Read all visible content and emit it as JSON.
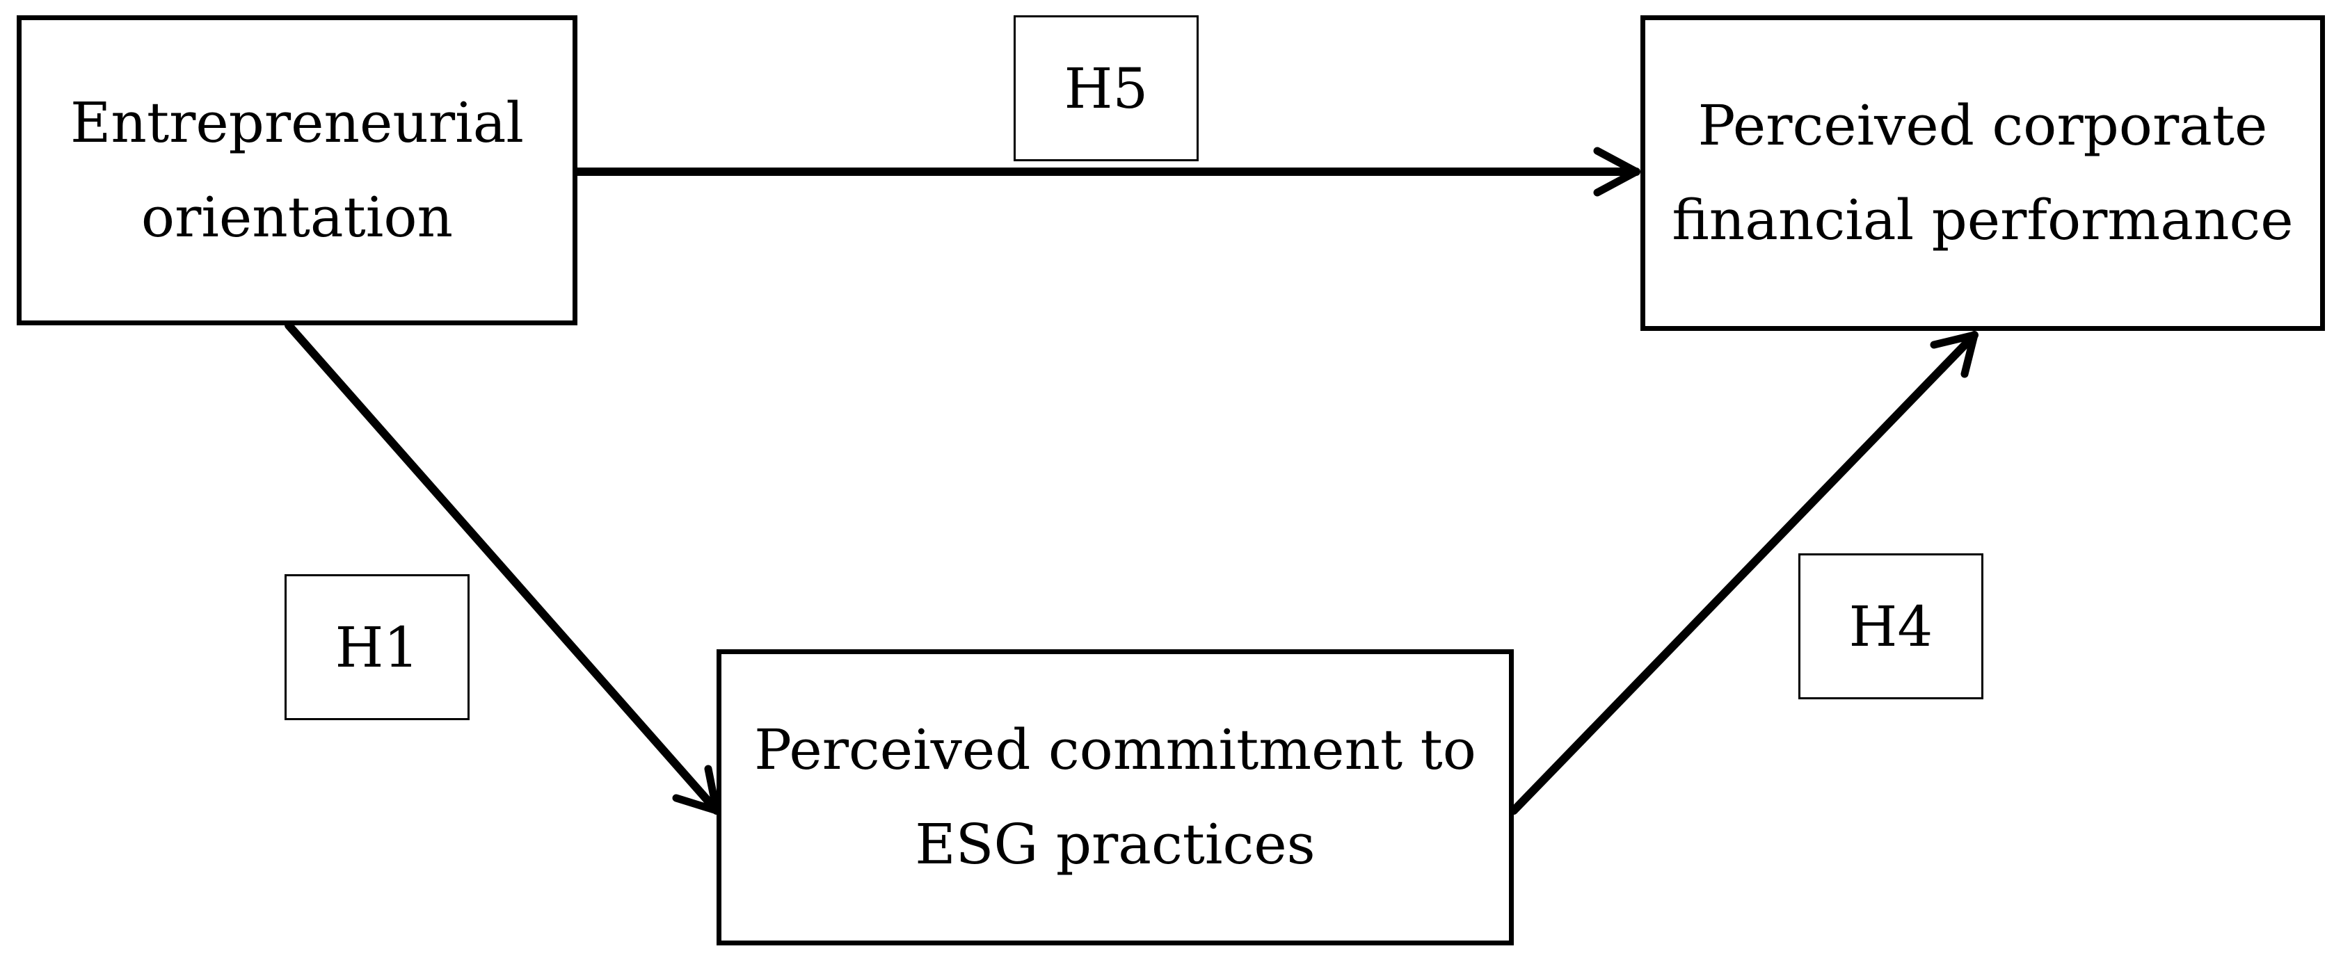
{
  "diagram": {
    "nodes": {
      "eo": {
        "line1": "Entrepreneurial",
        "line2": "orientation"
      },
      "cfp": {
        "line1": "Perceived corporate",
        "line2": "financial performance"
      },
      "esg": {
        "line1": "Perceived commitment to",
        "line2": "ESG practices"
      }
    },
    "hypotheses": {
      "h5": "H5",
      "h1": "H1",
      "h4": "H4"
    },
    "edges": [
      {
        "from": "Entrepreneurial orientation",
        "to": "Perceived corporate financial performance",
        "hypothesis": "H5"
      },
      {
        "from": "Entrepreneurial orientation",
        "to": "Perceived commitment to ESG practices",
        "hypothesis": "H1"
      },
      {
        "from": "Perceived commitment to ESG practices",
        "to": "Perceived corporate financial performance",
        "hypothesis": "H4"
      }
    ],
    "colors": {
      "stroke": "#000000",
      "background": "#ffffff"
    }
  }
}
